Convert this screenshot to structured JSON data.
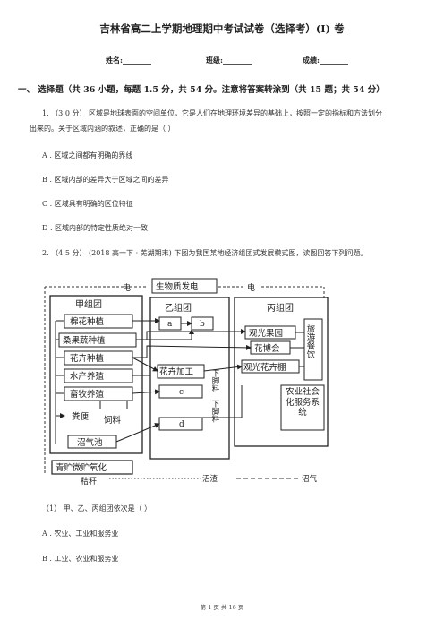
{
  "title": "吉林省高二上学期地理期中考试试卷（选择考）(I) 卷",
  "info": {
    "name_label": "姓名:",
    "class_label": "班级:",
    "score_label": "成绩:",
    "blank": "________"
  },
  "section": {
    "heading": "一、 选择题（共 36 小题，每题 1.5 分，共 54 分。注意将答案转涂到（共 15 题；共 54 分）"
  },
  "q1": {
    "number": "1.",
    "score": "（3.0 分）",
    "stem_line1": "区域是地球表面的空间单位，它是人们在地理环境差异的基础上，按照一定的指标和方法划分",
    "stem_line2": "出来的。关于区域内涵的叙述，正确的是（     ）",
    "options": [
      "A . 区域之间都有明确的界线",
      "B . 区域内部的差异大于区域之间的差异",
      "C . 区域具有明确的区位特征",
      "D . 区域内部的特定性质绝对一致"
    ]
  },
  "q2": {
    "number": "2.",
    "score": "（4.5 分）",
    "stem": "(2018 高一下 · 芜湖期末) 下图为我国某地经济组团式发展模式图，读图回答下列问题。"
  },
  "diagram": {
    "electric_top": "电",
    "biogas_power": "生物质发电",
    "electric_right": "电",
    "group_jia": "甲组团",
    "group_yi": "乙组团",
    "group_bing": "丙组团",
    "jia_items": [
      "棉花种植",
      "桑果蔬种植",
      "花卉种植",
      "水产养殖",
      "畜牧养殖"
    ],
    "manure": "粪便",
    "feed": "饲料",
    "biogas_pool": "沼气池",
    "silage": "青贮微贮氧化",
    "straw": "秸秆",
    "yi_a": "a",
    "yi_b": "b",
    "yi_c": "c",
    "yi_d": "d",
    "flower_processing": "花卉加工",
    "leftovers_1": "下脚料",
    "leftovers_2": "下脚料",
    "bing_items": [
      "观光果园",
      "花博会",
      "观光花卉棚"
    ],
    "tourism": "旅游餐饮",
    "agri_service": "农业社会化服务系统",
    "legend_slag": "沼渣",
    "legend_gas": "沼气"
  },
  "sub1": {
    "stem": "（1） 甲、乙、丙组团依次是（     ）",
    "options": [
      "A . 农业、工业和服务业",
      "B . 工业、农业和服务业"
    ]
  },
  "footer": "第 1 页 共 16 页"
}
